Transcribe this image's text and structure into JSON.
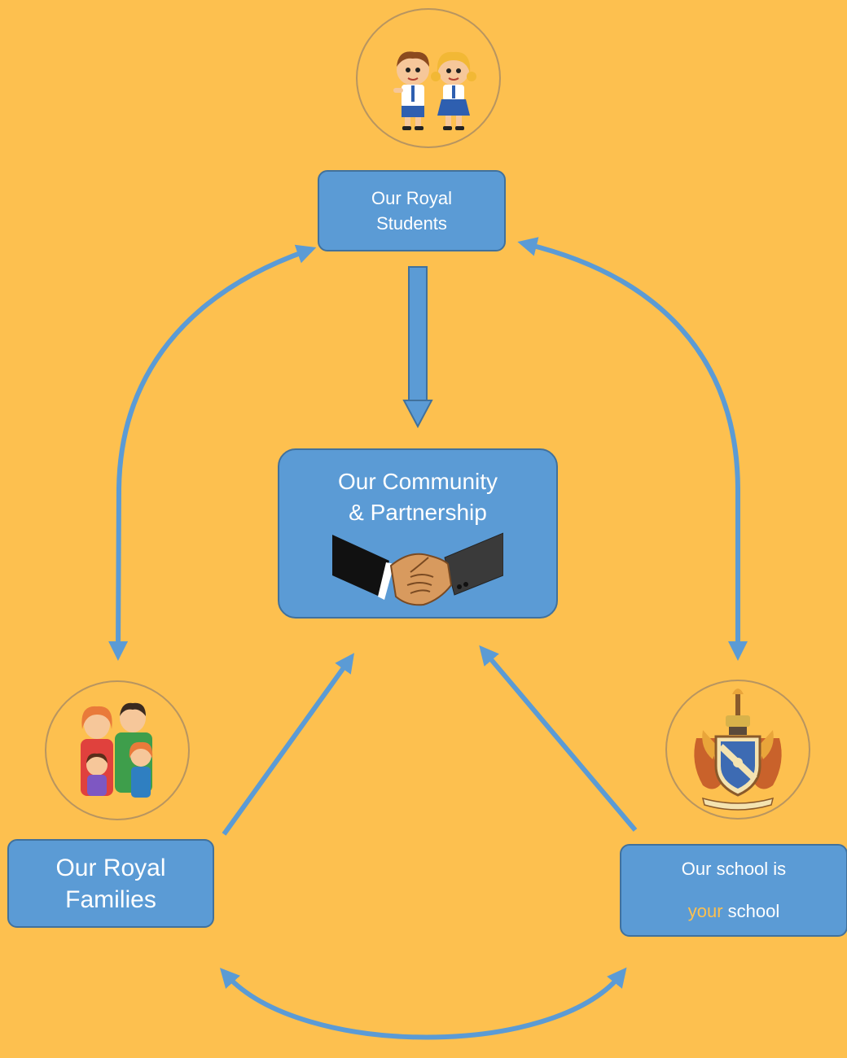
{
  "nodes": {
    "students": {
      "line1": "Our Royal",
      "line2": "Students"
    },
    "community": {
      "line1": "Our Community",
      "line2": "& Partnership"
    },
    "families": {
      "line1": "Our Royal",
      "line2": "Families"
    },
    "school": {
      "line1": "Our school is",
      "line2_accent": "your",
      "line2_rest": " school"
    }
  },
  "icons": {
    "students": "school-children-icon",
    "families": "family-icon",
    "school": "school-crest-icon",
    "community": "handshake-icon"
  },
  "colors": {
    "background": "#FDC04F",
    "box_fill": "#5B9BD5",
    "box_border": "#41719C",
    "arrow": "#5B9BD5",
    "accent_text": "#FDC04F"
  }
}
